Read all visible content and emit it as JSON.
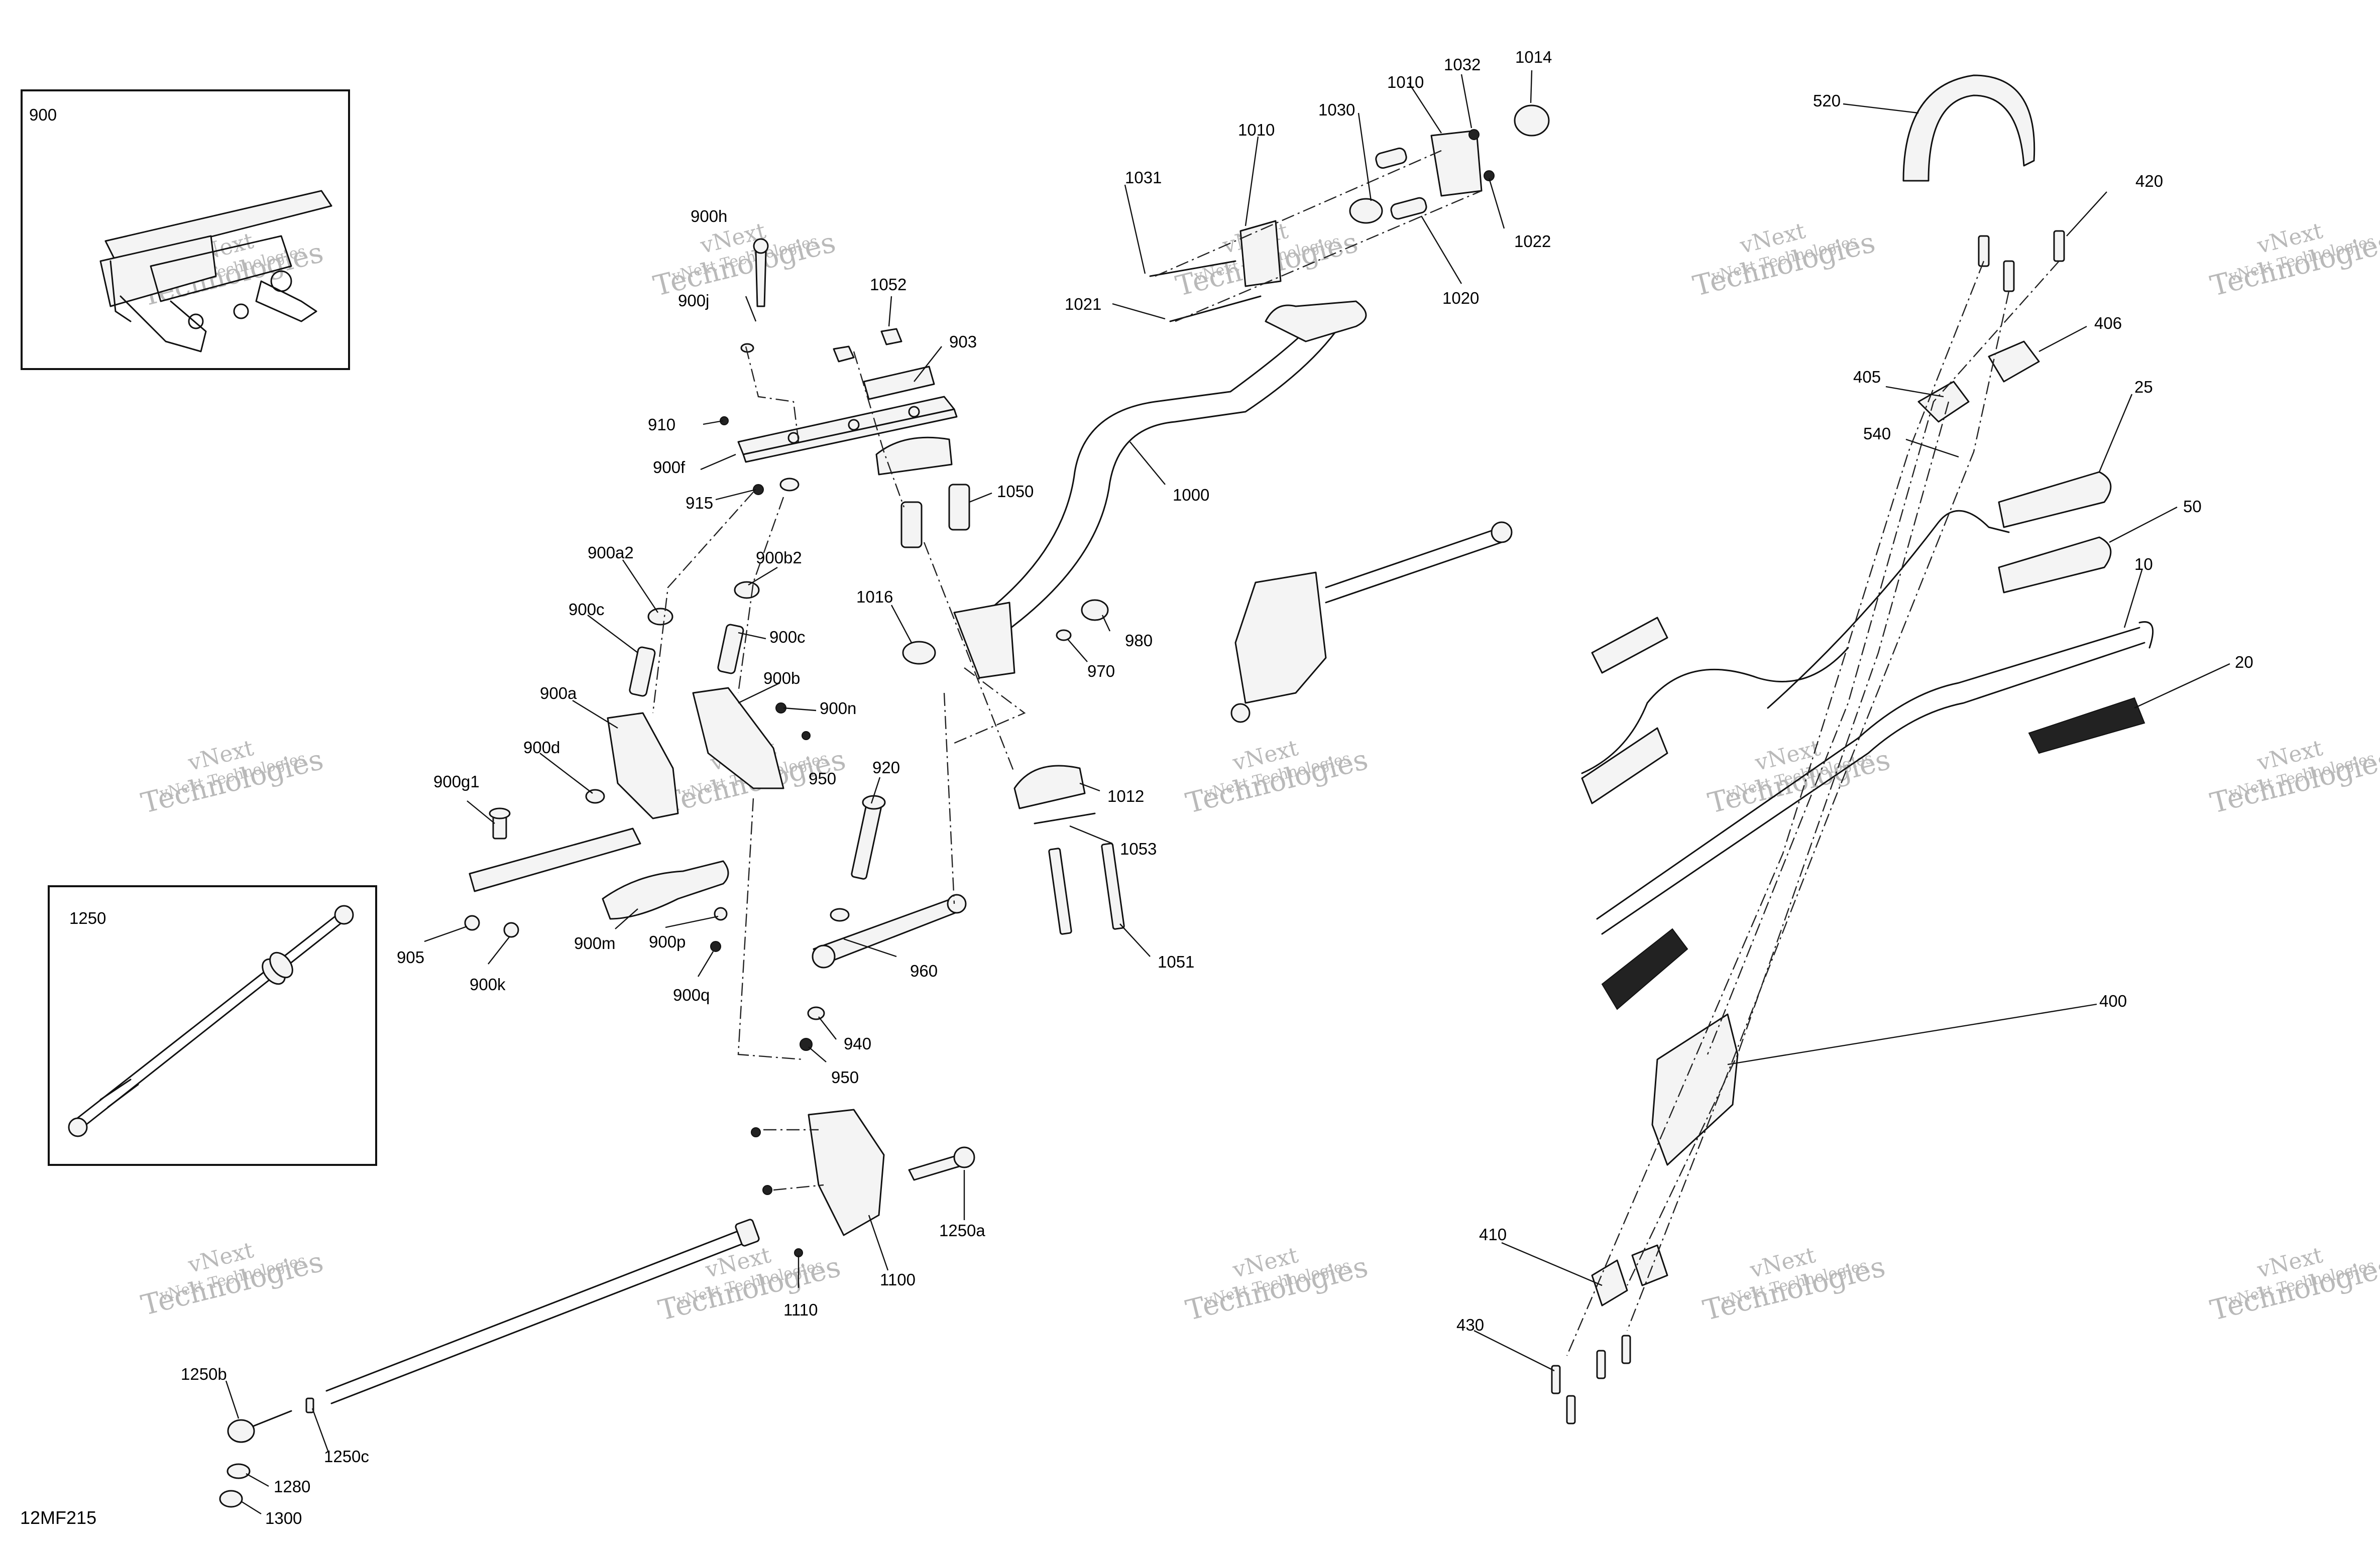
{
  "diagram_code": "12MF215",
  "watermark": {
    "line1": "vNext",
    "line2": "Technologies",
    "inline": "vNext Technologies"
  },
  "inset_labels": {
    "left_assembly": "900",
    "tie_rod": "1250"
  },
  "labels": {
    "l900h": "900h",
    "l900j": "900j",
    "l910": "910",
    "l900f": "900f",
    "l915": "915",
    "l1052": "1052",
    "l903": "903",
    "l1050": "1050",
    "l900a2": "900a2",
    "l900b2": "900b2",
    "l900c_1": "900c",
    "l900c_2": "900c",
    "l900a": "900a",
    "l900b": "900b",
    "l900n": "900n",
    "l950_1": "950",
    "l900d": "900d",
    "l900g1": "900g1",
    "l905": "905",
    "l900k": "900k",
    "l900m": "900m",
    "l900p": "900p",
    "l900q": "900q",
    "l920": "920",
    "l960": "960",
    "l940": "940",
    "l950_2": "950",
    "l1016": "1016",
    "l980": "980",
    "l970": "970",
    "l1012": "1012",
    "l1053": "1053",
    "l1051": "1051",
    "l1000": "1000",
    "l1010_1": "1010",
    "l1010_2": "1010",
    "l1030": "1030",
    "l1031": "1031",
    "l1032": "1032",
    "l1014": "1014",
    "l1022": "1022",
    "l1020": "1020",
    "l1021": "1021",
    "l1100": "1100",
    "l1110": "1110",
    "l1250a": "1250a",
    "l1250b": "1250b",
    "l1250c": "1250c",
    "l1280": "1280",
    "l1300": "1300",
    "l520": "520",
    "l420": "420",
    "l406": "406",
    "l405": "405",
    "l540": "540",
    "l25": "25",
    "l50": "50",
    "l10": "10",
    "l20": "20",
    "l400": "400",
    "l410": "410",
    "l430": "430"
  }
}
